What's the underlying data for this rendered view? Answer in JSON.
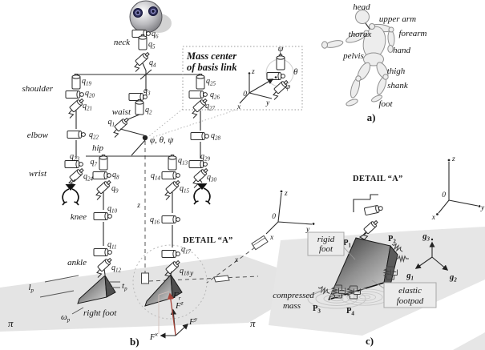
{
  "vars": {
    "q": "q",
    "P": "P",
    "g": "g",
    "F": "F",
    "l": "l",
    "t": "t",
    "p": "p",
    "r": "r",
    "x": "x",
    "y": "y",
    "z": "z"
  },
  "axes": {
    "x": "x",
    "y": "y",
    "z": "z",
    "o": "0"
  },
  "greek": {
    "psi": "ψ",
    "theta": "θ",
    "phi": "φ",
    "euler": "φ, θ, ψ",
    "pi": "π",
    "omega": "ω"
  },
  "subs": {
    "q1": "1",
    "q2": "2",
    "q3": "3",
    "q4": "4",
    "q5": "5",
    "q6": "6",
    "q7": "7",
    "q8": "8",
    "q9": "9",
    "q10": "10",
    "q11": "11",
    "q12": "12",
    "q13": "13",
    "q14": "14",
    "q15": "15",
    "q16": "16",
    "q17": "17",
    "q18": "18",
    "q19": "19",
    "q20": "20",
    "q21": "21",
    "q22": "22",
    "q23": "23",
    "q24": "24",
    "q25": "25",
    "q26": "26",
    "q27": "27",
    "q28": "28",
    "q29": "29",
    "q30": "30",
    "p1": "1",
    "p2": "2",
    "p3": "3",
    "p4": "4",
    "g1": "1",
    "g2": "2",
    "g3": "3"
  },
  "body": {
    "neck": "neck",
    "waist": "waist",
    "shoulder": "shoulder",
    "elbow": "elbow",
    "wrist": "wrist",
    "hip": "hip",
    "knee": "knee",
    "ankle": "ankle"
  },
  "panel_a": {
    "head": "head",
    "upper_arm": "upper arm",
    "thorax": "thorax",
    "forearm": "forearm",
    "pelvis": "pelvis",
    "hand": "hand",
    "thigh": "thigh",
    "shank": "shank",
    "foot": "foot",
    "caption": "a)"
  },
  "panel_b": {
    "detail": "DETAIL “A”",
    "mass1": "Mass center",
    "mass2": "of basis link",
    "right_foot": "right foot",
    "caption": "b)"
  },
  "panel_c": {
    "detail": "DETAIL “A”",
    "rigid1": "rigid",
    "rigid2": "foot",
    "elastic1": "elastic",
    "elastic2": "footpad",
    "comp1": "compressed",
    "comp2": "mass",
    "caption": "c)"
  },
  "colors": {
    "force": "#a8453a",
    "plane": "#e4e4e4",
    "ink": "#1a1a1a",
    "eye": "#30305a"
  }
}
